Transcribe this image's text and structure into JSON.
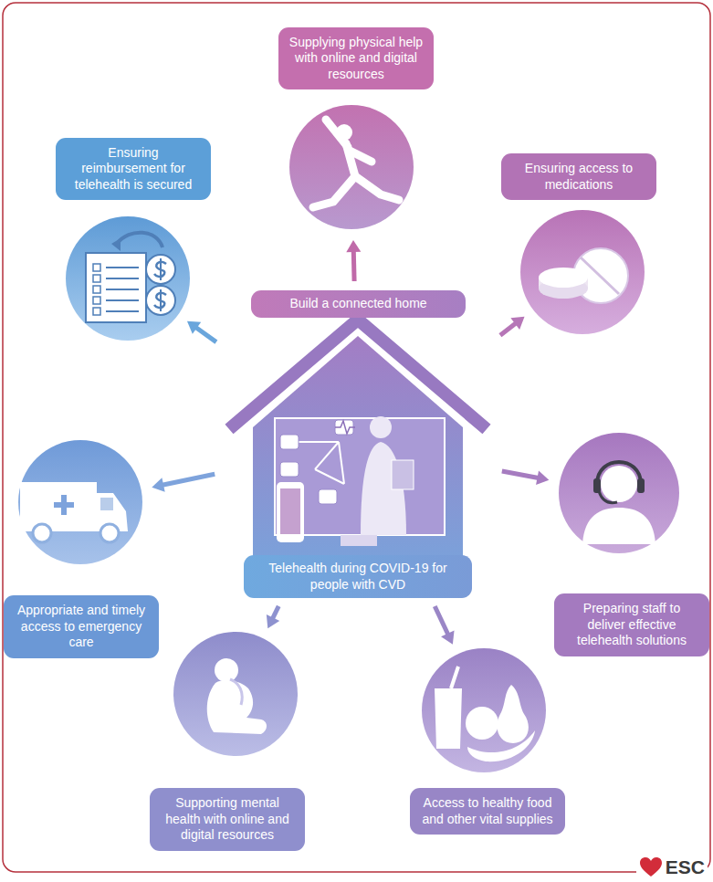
{
  "diagram": {
    "nodes": [
      {
        "text": [
          "Supplying physical help with online and digital resources"
        ]
      },
      {
        "text": [
          "Ensuring reimbursement for telehealth is secured"
        ]
      },
      {
        "text": [
          "Ensuring access to medications"
        ]
      },
      {
        "text": [
          "Build a connected home",
          "Telehealth during COVID-19 for people with CVD"
        ]
      },
      {
        "text": [
          "Appropriate and timely access to emergency care"
        ]
      },
      {
        "text": [
          "Preparing staff to deliver effective telehealth solutions"
        ]
      },
      {
        "text": [
          "Supporting mental health with online and digital resources"
        ]
      },
      {
        "text": [
          "Access to healthy food and other vital supplies"
        ]
      }
    ],
    "edges": [
      {
        "from": 3,
        "to": 0,
        "arrow": "to"
      },
      {
        "from": 3,
        "to": 1,
        "arrow": "to"
      },
      {
        "from": 3,
        "to": 2,
        "arrow": "to"
      },
      {
        "from": 3,
        "to": 4,
        "arrow": "to"
      },
      {
        "from": 3,
        "to": 5,
        "arrow": "to"
      },
      {
        "from": 3,
        "to": 6,
        "arrow": "to"
      },
      {
        "from": 3,
        "to": 7,
        "arrow": "to"
      }
    ],
    "labels": [
      "ESC"
    ]
  }
}
